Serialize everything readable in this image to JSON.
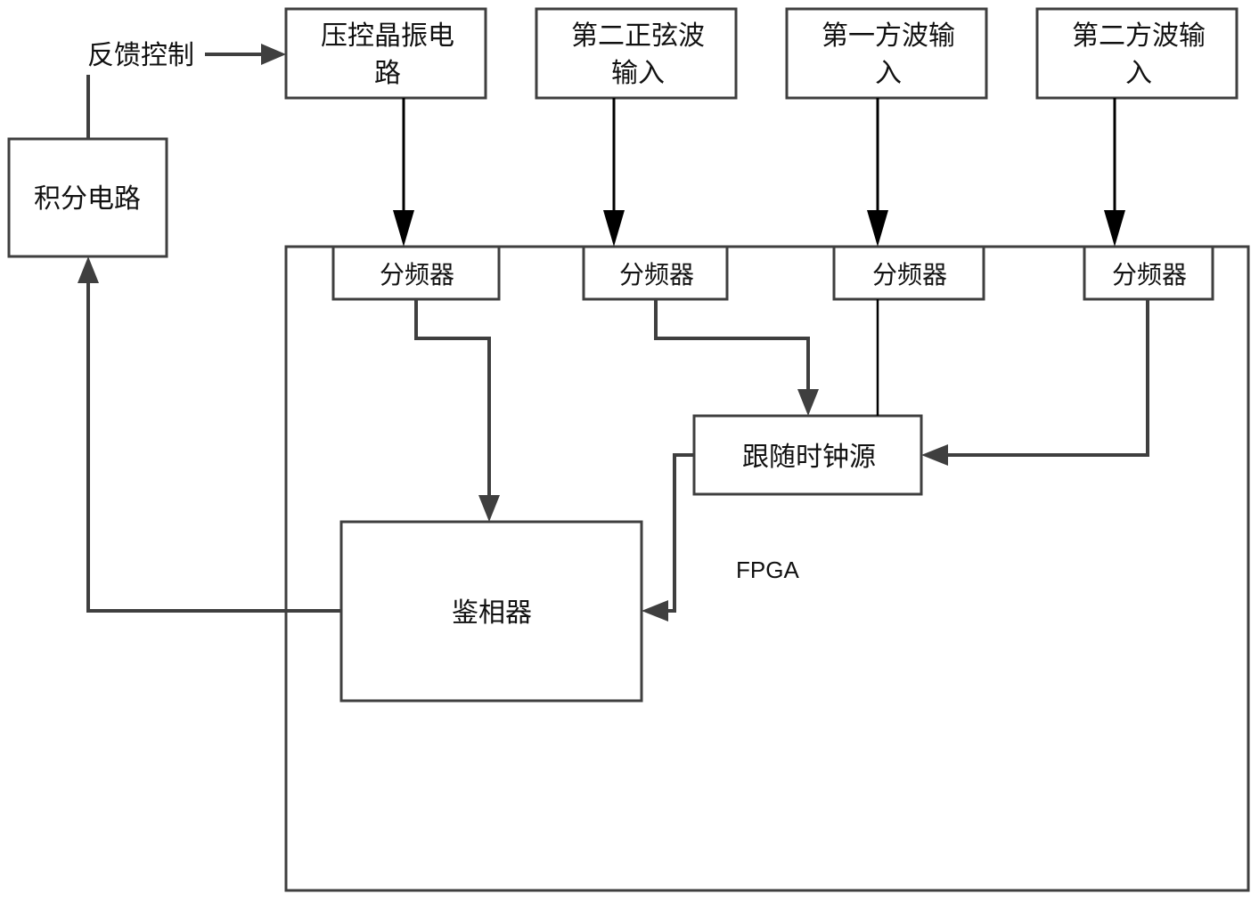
{
  "diagram": {
    "external_blocks": {
      "integrator": "积分电路",
      "vcxo": [
        "压控晶振电",
        "路"
      ],
      "sine2_input": [
        "第二正弦波",
        "输入"
      ],
      "square1_input": [
        "第一方波输",
        "入"
      ],
      "square2_input": [
        "第二方波输",
        "入"
      ]
    },
    "fpga": {
      "label": "FPGA",
      "dividers": [
        "分频器",
        "分频器",
        "分频器",
        "分频器"
      ],
      "tracking_clock": "跟随时钟源",
      "phase_detector": "鉴相器"
    },
    "edge_labels": {
      "feedback": "反馈控制"
    },
    "connections": [
      {
        "from": "integrator",
        "to": "vcxo",
        "label": "反馈控制"
      },
      {
        "from": "vcxo",
        "to": "divider-1"
      },
      {
        "from": "sine2_input",
        "to": "divider-2"
      },
      {
        "from": "square1_input",
        "to": "divider-3"
      },
      {
        "from": "square2_input",
        "to": "divider-4"
      },
      {
        "from": "divider-1",
        "to": "phase_detector"
      },
      {
        "from": "divider-2",
        "to": "tracking_clock"
      },
      {
        "from": "divider-3",
        "to": "tracking_clock"
      },
      {
        "from": "divider-4",
        "to": "tracking_clock"
      },
      {
        "from": "tracking_clock",
        "to": "phase_detector"
      },
      {
        "from": "phase_detector",
        "to": "integrator"
      }
    ]
  }
}
